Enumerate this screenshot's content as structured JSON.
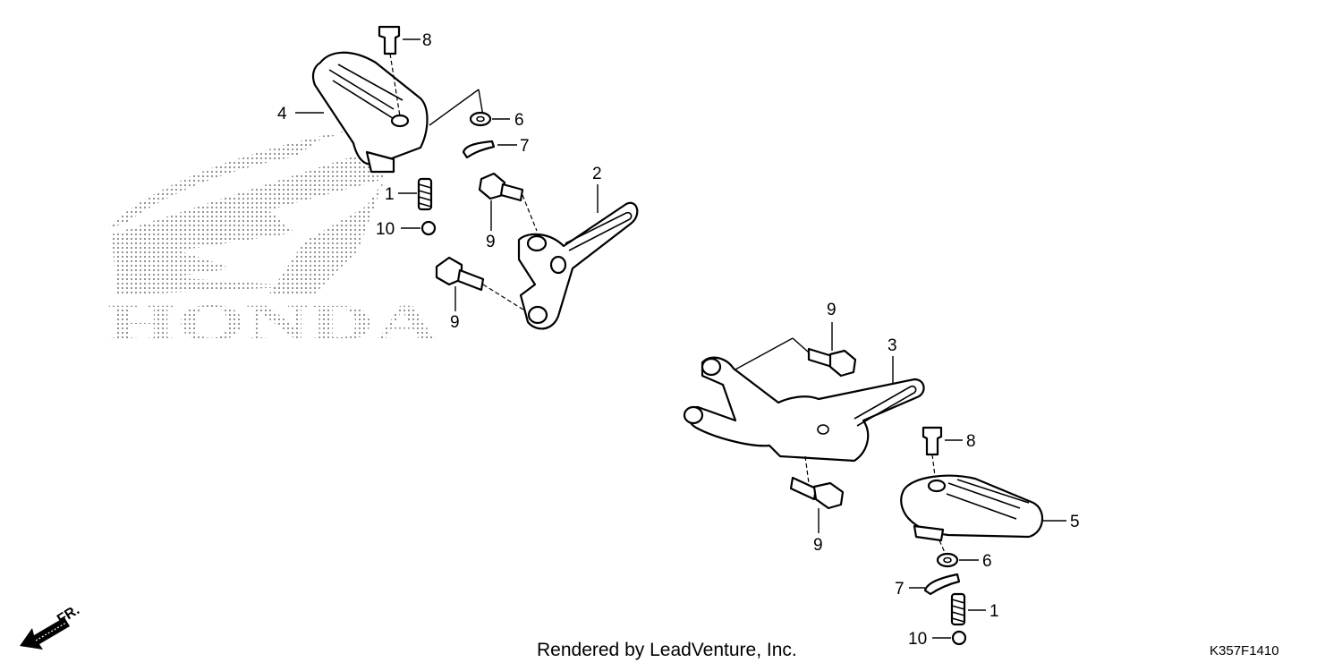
{
  "callouts": {
    "l1": "1",
    "l2": "2",
    "l3": "3",
    "l4": "4",
    "l5": "5",
    "l6a": "6",
    "l6b": "6",
    "l7a": "7",
    "l7b": "7",
    "l8a": "8",
    "l8b": "8",
    "l9a": "9",
    "l9b": "9",
    "l9c": "9",
    "l9d": "9",
    "l10a": "10",
    "l10b": "10",
    "l1b": "1"
  },
  "watermark": {
    "brand": "HONDA"
  },
  "direction": {
    "label": "FR."
  },
  "footer": {
    "credit": "Rendered by LeadVenture, Inc.",
    "code": "K357F1410"
  }
}
